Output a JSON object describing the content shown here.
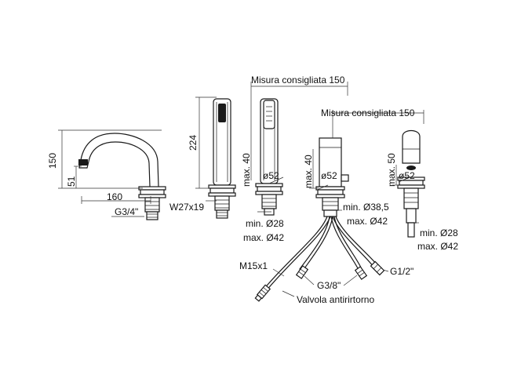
{
  "labels": {
    "h150": "150",
    "h51": "51",
    "w160": "160",
    "g34": "G3/4\"",
    "h224": "224",
    "w27x19": "W27x19",
    "misura1": "Misura consigliata 150",
    "max40_a": "max. 40",
    "d52_a": "ø52",
    "min28_a": "min. Ø28",
    "max42_a": "max. Ø42",
    "misura2": "Misura consigliata 150",
    "max40_b": "max. 40",
    "d52_b": "ø52",
    "min385": "min. Ø38,5",
    "max42_b": "max. Ø42",
    "max50": "max. 50",
    "d52_c": "ø52",
    "min28_b": "min. Ø28",
    "max42_c": "max. Ø42",
    "m15x1": "M15x1",
    "g38": "G3/8\"",
    "g12": "G1/2\"",
    "valvola": "Valvola antirirtorno"
  }
}
